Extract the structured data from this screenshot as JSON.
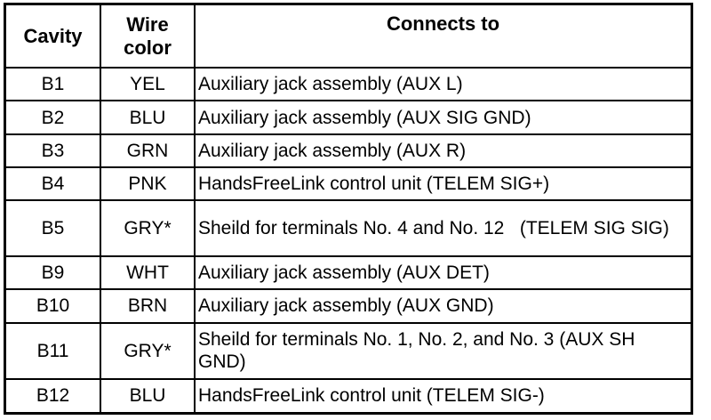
{
  "header": {
    "cavity": "Cavity",
    "wire_color_line1": "Wire",
    "wire_color_line2": "color",
    "connects_to": "Connects to"
  },
  "rows": [
    {
      "cavity": "B1",
      "wire_color": "YEL",
      "connects_to": "Auxiliary jack assembly (AUX L)"
    },
    {
      "cavity": "B2",
      "wire_color": "BLU",
      "connects_to": "Auxiliary jack assembly (AUX SIG GND)"
    },
    {
      "cavity": "B3",
      "wire_color": "GRN",
      "connects_to": "Auxiliary jack assembly (AUX R)"
    },
    {
      "cavity": "B4",
      "wire_color": "PNK",
      "connects_to": "HandsFreeLink control unit (TELEM SIG+)"
    },
    {
      "cavity": "B5",
      "wire_color": "GRY*",
      "connects_to": "Sheild for terminals No. 4 and No. 12   (TELEM SIG SIG)"
    },
    {
      "cavity": "B9",
      "wire_color": "WHT",
      "connects_to": "Auxiliary jack assembly (AUX DET)"
    },
    {
      "cavity": "B10",
      "wire_color": "BRN",
      "connects_to": "Auxiliary jack assembly (AUX GND)"
    },
    {
      "cavity": "B11",
      "wire_color": "GRY*",
      "connects_to": "Sheild for terminals No. 1, No. 2, and No. 3 (AUX SH GND)"
    },
    {
      "cavity": "B12",
      "wire_color": "BLU",
      "connects_to": "HandsFreeLink control unit (TELEM SIG-)"
    }
  ]
}
